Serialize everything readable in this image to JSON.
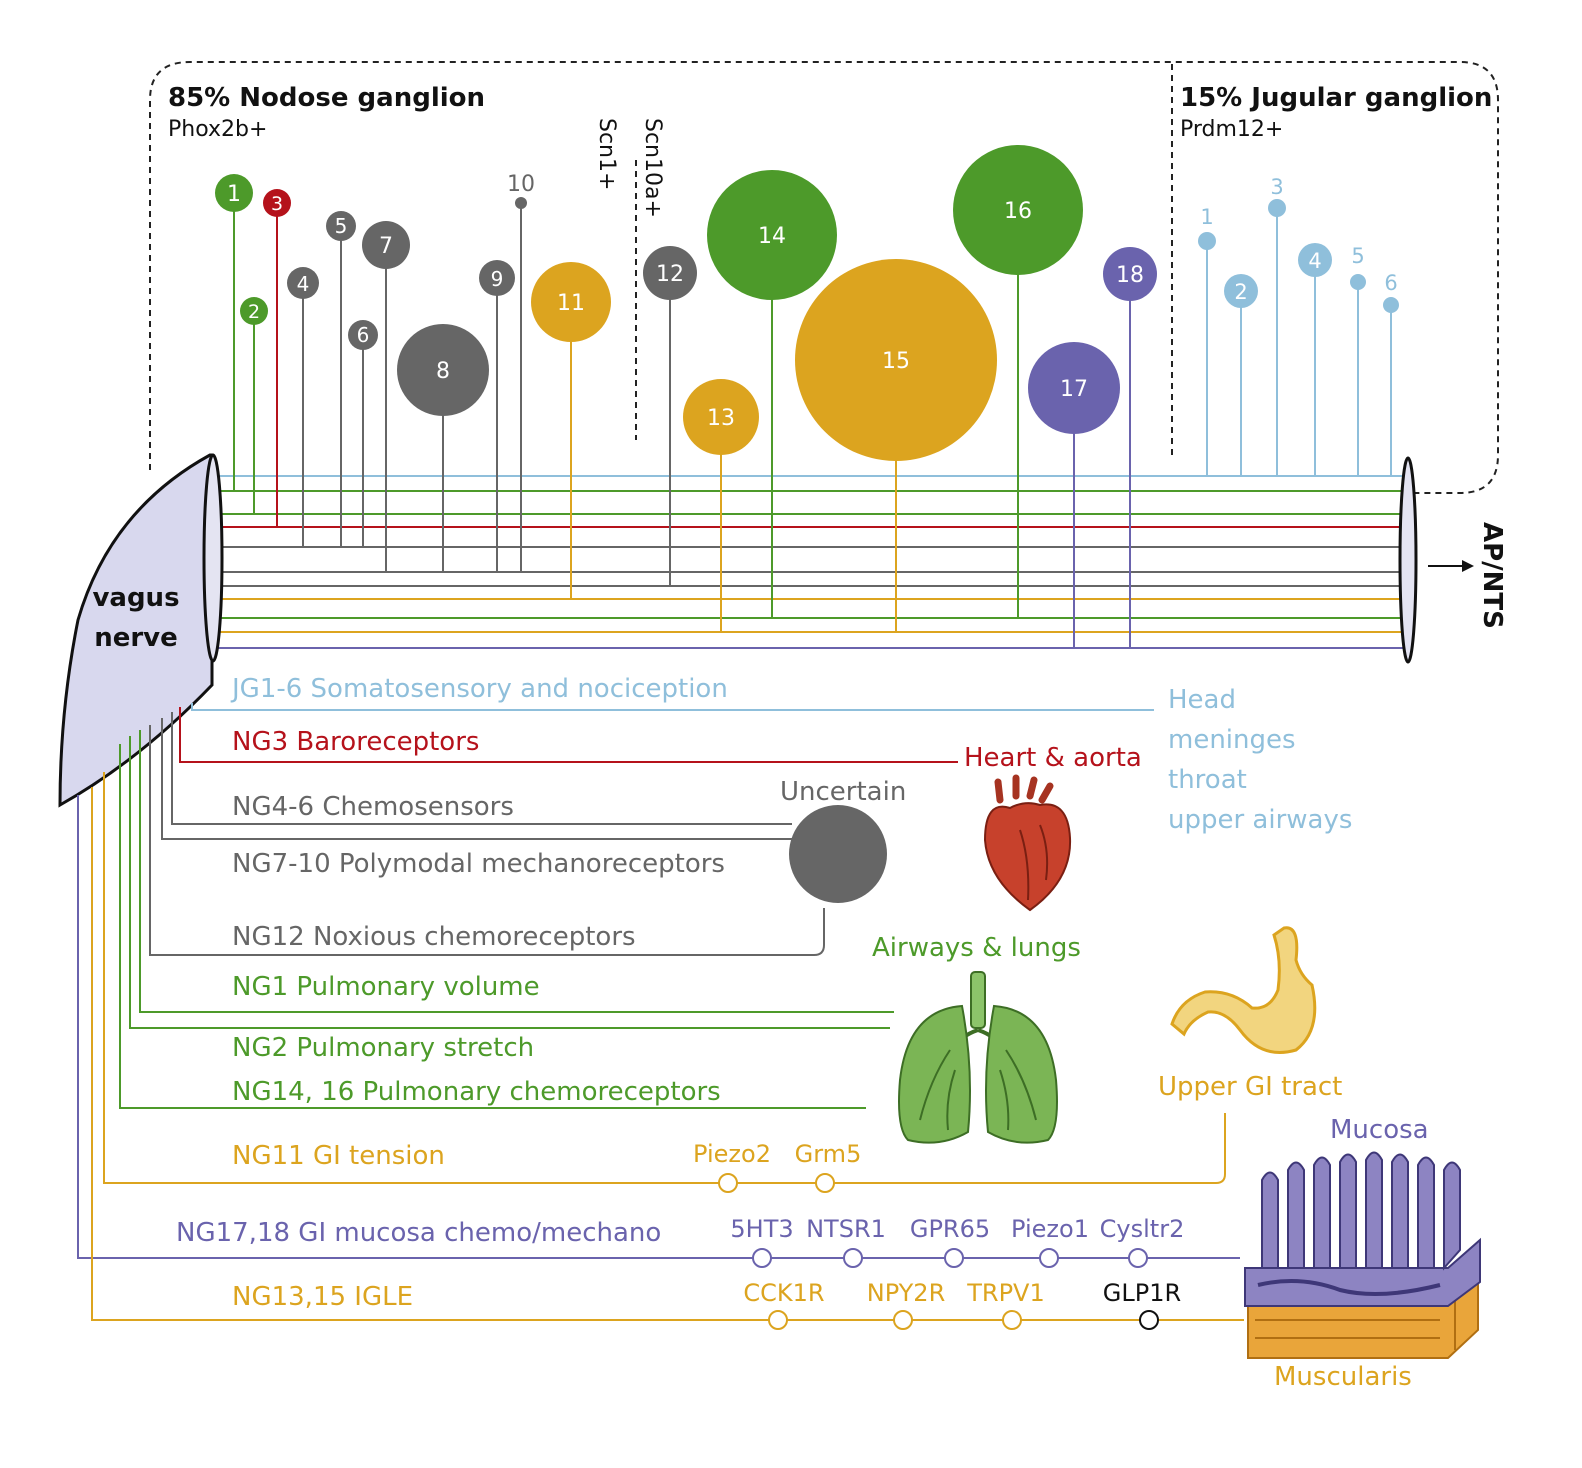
{
  "colors": {
    "jg": "#8fbfdb",
    "red": "#b5121b",
    "gray": "#666666",
    "green": "#4d9a2a",
    "gold": "#dca41f",
    "purple": "#6a63ad",
    "nerve_fill": "#d8d8ee",
    "heart": "#c7412c",
    "lung": "#7bb555",
    "stomach": "#f2d57f",
    "muscle": "#e9a53a"
  },
  "nodose": {
    "title": "85% Nodose ganglion",
    "marker": "Phox2b+"
  },
  "jugular": {
    "title": "15% Jugular ganglion",
    "marker": "Prdm12+"
  },
  "divider": {
    "scn1": "Scn1+",
    "scn10a": "Scn10a+"
  },
  "nerve": {
    "line1": "vagus",
    "line2": "nerve"
  },
  "output": {
    "label": "AP/NTS"
  },
  "ng_nodes": [
    {
      "label": "1",
      "color": "green"
    },
    {
      "label": "2",
      "color": "green"
    },
    {
      "label": "3",
      "color": "red"
    },
    {
      "label": "4",
      "color": "gray"
    },
    {
      "label": "5",
      "color": "gray"
    },
    {
      "label": "6",
      "color": "gray"
    },
    {
      "label": "7",
      "color": "gray"
    },
    {
      "label": "8",
      "color": "gray"
    },
    {
      "label": "9",
      "color": "gray"
    },
    {
      "label": "10",
      "color": "gray"
    },
    {
      "label": "11",
      "color": "gold"
    },
    {
      "label": "12",
      "color": "gray"
    },
    {
      "label": "13",
      "color": "gold"
    },
    {
      "label": "14",
      "color": "green"
    },
    {
      "label": "15",
      "color": "gold"
    },
    {
      "label": "16",
      "color": "green"
    },
    {
      "label": "17",
      "color": "purple"
    },
    {
      "label": "18",
      "color": "purple"
    }
  ],
  "jg_nodes": [
    "1",
    "2",
    "3",
    "4",
    "5",
    "6"
  ],
  "pathways": {
    "jg": "JG1-6 Somatosensory and nociception",
    "ng3": "NG3 Baroreceptors",
    "ng4_6": "NG4-6 Chemosensors",
    "ng7_10": "NG7-10 Polymodal mechanoreceptors",
    "ng12": "NG12 Noxious chemoreceptors",
    "ng1": "NG1 Pulmonary volume",
    "ng2": "NG2 Pulmonary stretch",
    "ng14_16": "NG14, 16 Pulmonary chemoreceptors",
    "ng11": "NG11 GI tension",
    "ng17_18": "NG17,18 GI mucosa chemo/mechano",
    "ng13_15": "NG13,15 IGLE"
  },
  "targets": {
    "head": [
      "Head",
      "meninges",
      "throat",
      "upper airways"
    ],
    "heart": "Heart & aorta",
    "uncertain": "Uncertain",
    "lungs": "Airways & lungs",
    "stomach": "Upper GI tract",
    "mucosa": "Mucosa",
    "muscularis": "Muscularis"
  },
  "receptors": {
    "ng11": [
      "Piezo2",
      "Grm5"
    ],
    "ng17_18": [
      "5HT3",
      "NTSR1",
      "GPR65",
      "Piezo1",
      "Cysltr2"
    ],
    "ng13_15": [
      "CCK1R",
      "NPY2R",
      "TRPV1",
      "GLP1R"
    ]
  }
}
